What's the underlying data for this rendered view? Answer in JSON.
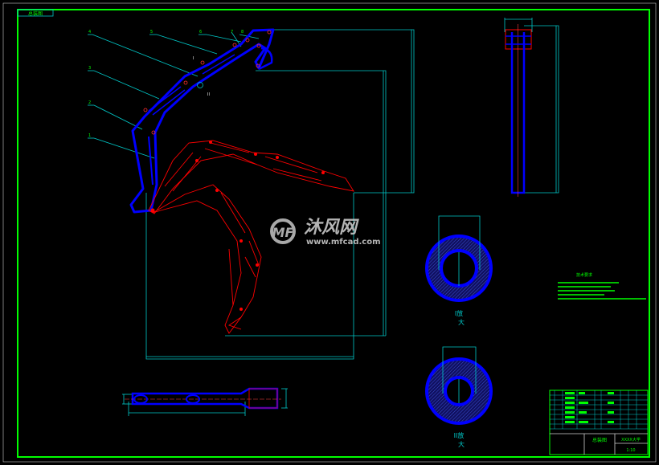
{
  "drawing": {
    "corner_label": "总装图",
    "part_labels": [
      "1",
      "2",
      "3",
      "4",
      "5",
      "6",
      "7",
      "8"
    ],
    "section_marks": [
      "I",
      "II"
    ],
    "detail_labels": [
      {
        "line1": "I放",
        "line2": "大"
      },
      {
        "line1": "II放",
        "line2": "大"
      }
    ],
    "tech_requirements_title": "技术要求",
    "title_block": {
      "drawing_name": "总装图",
      "school": "XXXX大学",
      "scale": "1:10"
    }
  },
  "watermark": {
    "brand": "沐风网",
    "url": "www.mfcad.com"
  },
  "colors": {
    "frame": "#00ff00",
    "boom_blue": "#0000ff",
    "alt_pose_red": "#ff0000",
    "dimension": "#00c8c8",
    "text_green": "#00ff00"
  }
}
